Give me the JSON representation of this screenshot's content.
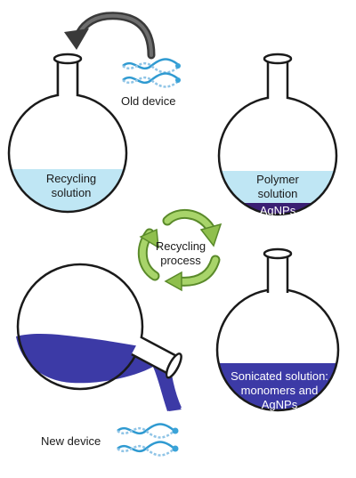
{
  "labels": {
    "old_device": "Old device",
    "new_device": "New device",
    "recycling_solution": [
      "Recycling",
      "solution"
    ],
    "polymer_solution": [
      "Polymer",
      "solution"
    ],
    "agnps": "AgNPs",
    "recycling_process": [
      "Recycling",
      "process"
    ],
    "sonicated_solution": [
      "Sonicated solution:",
      "monomers and",
      "AgNPs"
    ]
  },
  "colors": {
    "recycling_liquid": "#bfe6f4",
    "polymer_liquid": "#bfe6f4",
    "agnp_layer": "#3a1f73",
    "sonicated_liquid": "#3c3aa6",
    "poured_liquid": "#3c3aa6",
    "cycle_arrows": "#8fbf4d",
    "cycle_arrows_edge": "#5a8a2a",
    "curved_arrow": "#3a3a3a",
    "device_blue": "#2f9ad1",
    "device_light": "#8fc4e6",
    "device_bead": "#3aa3d8",
    "glass_outline": "#1a1a1a"
  },
  "icons": [
    "curved-arrow-icon",
    "recycle-arrows-icon",
    "device-wave-icon"
  ]
}
